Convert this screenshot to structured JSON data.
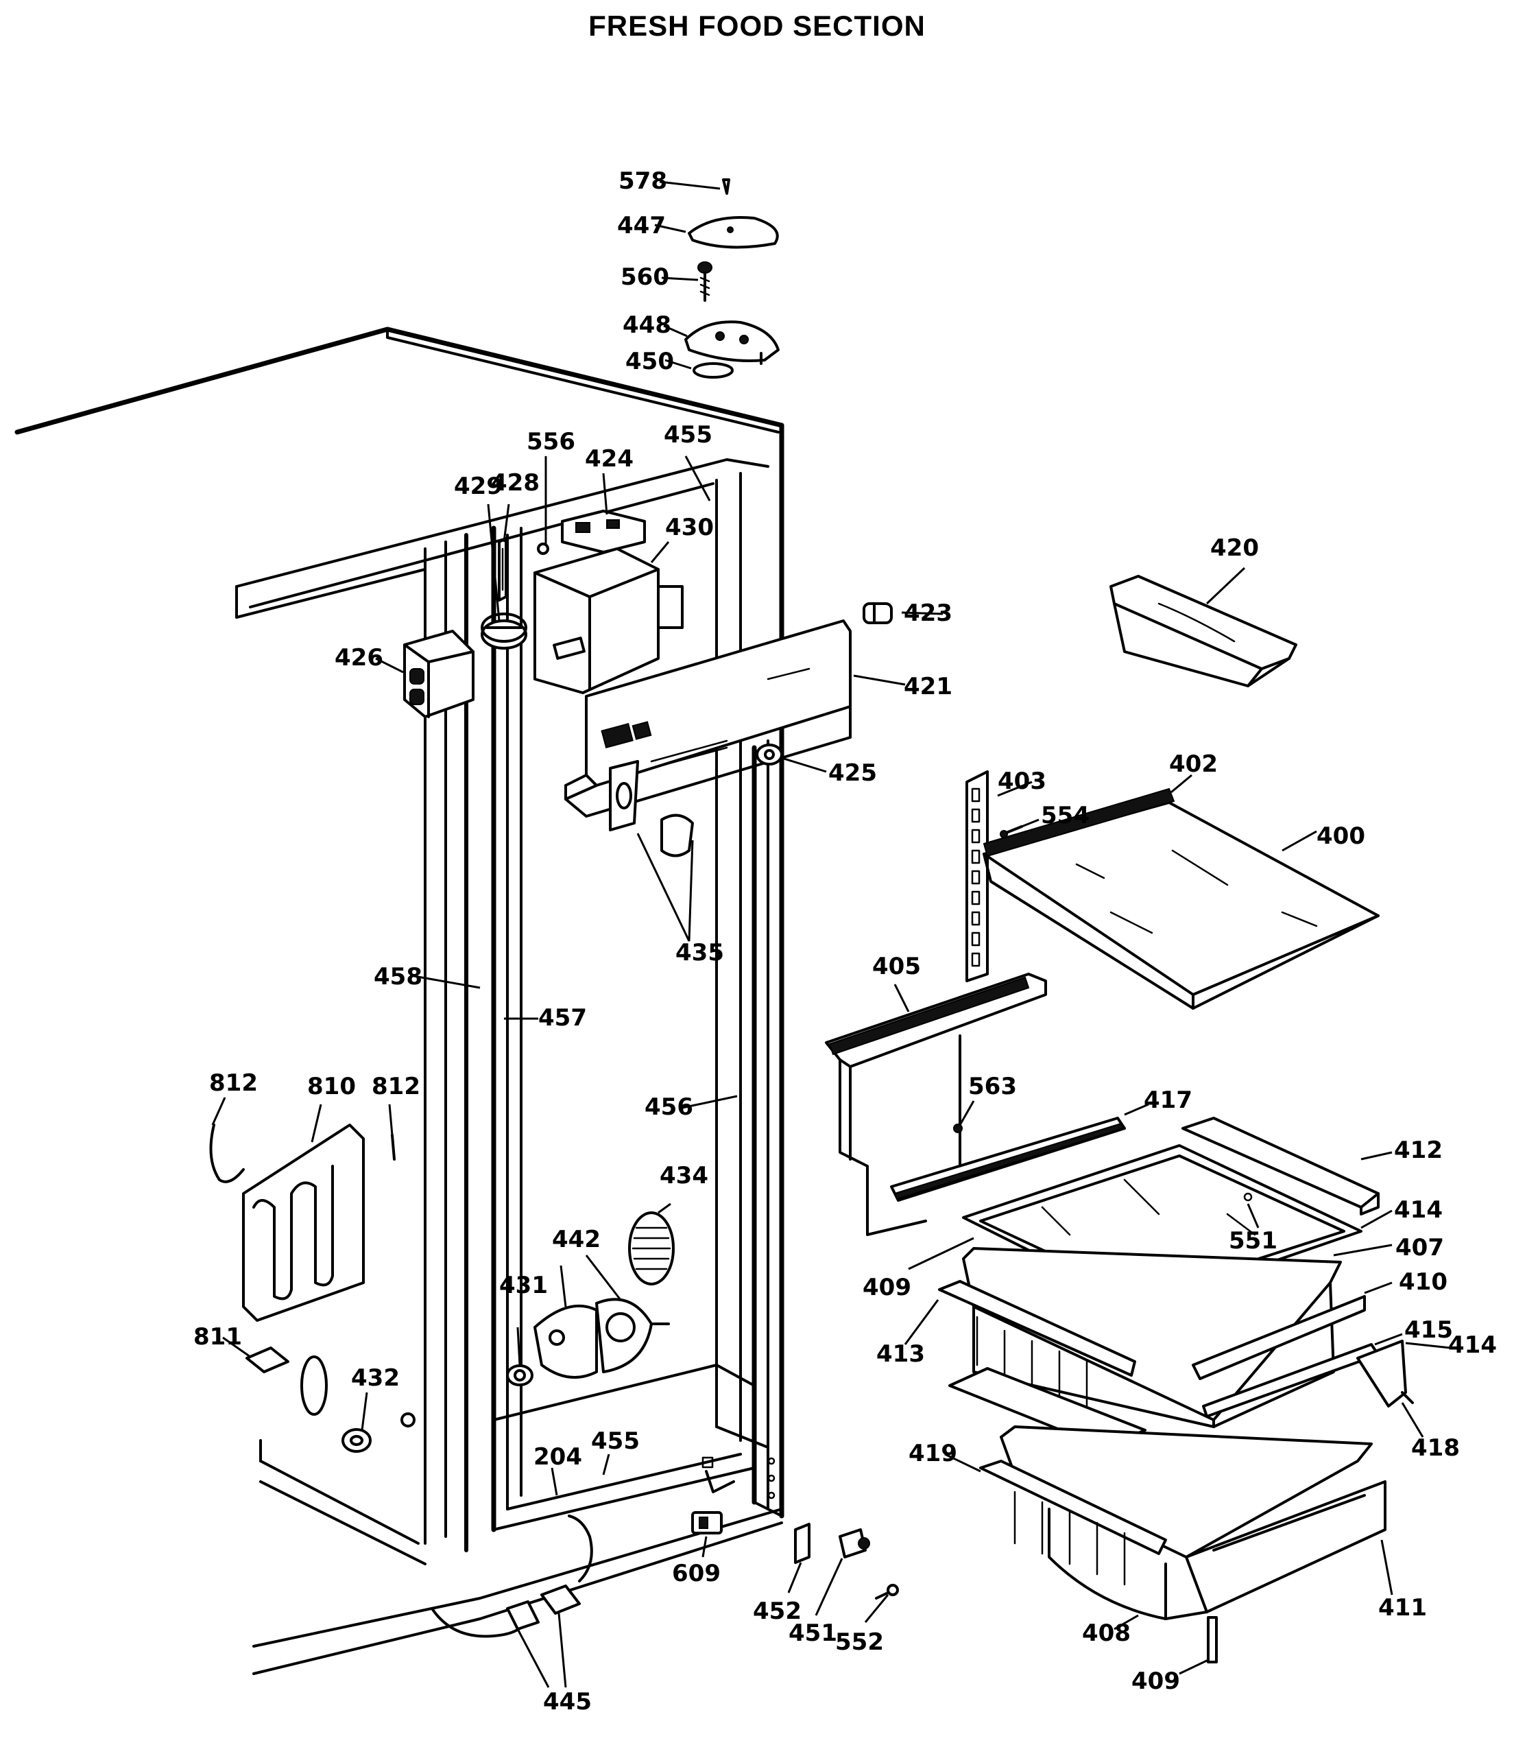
{
  "page_title": "FRESH FOOD SECTION",
  "callouts": {
    "p578": "578",
    "p447": "447",
    "p560": "560",
    "p448": "448",
    "p450": "450",
    "p556": "556",
    "p424": "424",
    "p455a": "455",
    "p429": "429",
    "p428": "428",
    "p430": "430",
    "p420": "420",
    "p423": "423",
    "p426": "426",
    "p421": "421",
    "p425": "425",
    "p403": "403",
    "p402": "402",
    "p554": "554",
    "p400": "400",
    "p435": "435",
    "p458": "458",
    "p457": "457",
    "p405": "405",
    "p563": "563",
    "p417": "417",
    "p812a": "812",
    "p810": "810",
    "p812b": "812",
    "p456": "456",
    "p412": "412",
    "p434": "434",
    "p414a": "414",
    "p551": "551",
    "p442": "442",
    "p407": "407",
    "p409a": "409",
    "p410": "410",
    "p431": "431",
    "p811": "811",
    "p413": "413",
    "p415": "415",
    "p414b": "414",
    "p432": "432",
    "p418": "418",
    "p455b": "455",
    "p204": "204",
    "p419": "419",
    "p609": "609",
    "p452": "452",
    "p451": "451",
    "p411": "411",
    "p552": "552",
    "p408": "408",
    "p409b": "409",
    "p445": "445"
  }
}
